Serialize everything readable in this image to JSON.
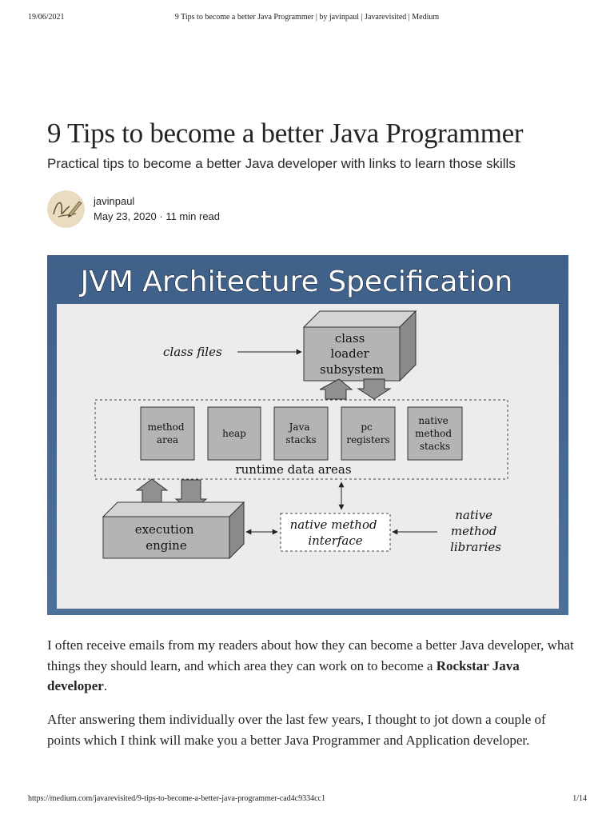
{
  "print_header": {
    "date": "19/06/2021",
    "title": "9 Tips to become a better Java Programmer | by javinpaul | Javarevisited | Medium"
  },
  "article": {
    "title": "9 Tips to become a better Java Programmer",
    "subtitle": "Practical tips to become a better Java developer with links to learn those skills",
    "author": "javinpaul",
    "meta": "May 23, 2020 · 11 min read"
  },
  "diagram": {
    "heading": "JVM Architecture Specification",
    "class_files_label": "class files",
    "class_loader_label": [
      "class",
      "loader",
      "subsystem"
    ],
    "runtime_areas": [
      [
        "method",
        "area"
      ],
      [
        "heap"
      ],
      [
        "Java",
        "stacks"
      ],
      [
        "pc",
        "registers"
      ],
      [
        "native",
        "method",
        "stacks"
      ]
    ],
    "runtime_data_areas_label": "runtime data areas",
    "execution_engine_label": [
      "execution",
      "engine"
    ],
    "native_method_interface_label": [
      "native method",
      "interface"
    ],
    "native_method_libraries_label": [
      "native",
      "method",
      "libraries"
    ],
    "colors": {
      "frame": "#46688f",
      "panel": "#ececec",
      "box_front": "#b4b4b4",
      "box_top": "#d4d4d4",
      "box_side": "#8a8a8a",
      "arrow_fill": "#909090"
    }
  },
  "body": {
    "p1_before": "I often receive emails from my readers about how they can become a better Java developer, what things they should learn, and which area they can work on to become a ",
    "p1_bold": "Rockstar Java developer",
    "p1_after": ".",
    "p2": "After answering them individually over the last few years, I thought to jot down a couple of points which I think will make you a better Java Programmer and Application developer."
  },
  "print_footer": {
    "url": "https://medium.com/javarevisited/9-tips-to-become-a-better-java-programmer-cad4c9334cc1",
    "page": "1/14"
  }
}
